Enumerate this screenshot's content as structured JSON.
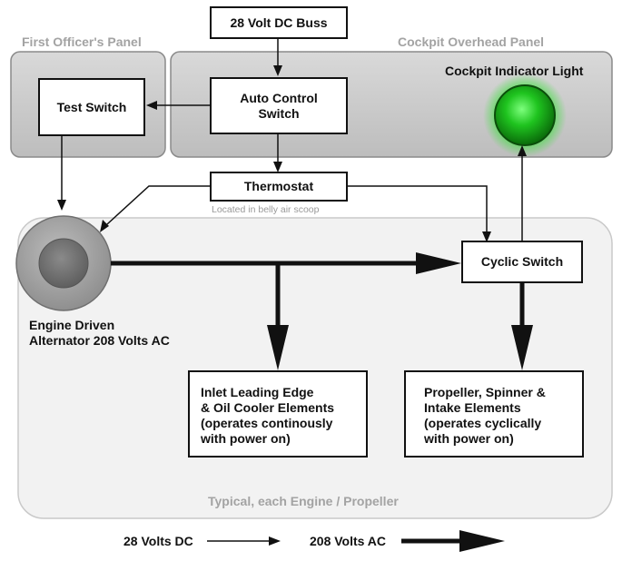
{
  "diagram": {
    "panels": {
      "first_officer": "First Officer's Panel",
      "cockpit_overhead": "Cockpit Overhead Panel",
      "typical": "Typical, each Engine / Propeller"
    },
    "boxes": {
      "buss": "28 Volt DC Buss",
      "test_switch": "Test Switch",
      "auto_control_1": "Auto Control",
      "auto_control_2": "Switch",
      "thermostat": "Thermostat",
      "thermostat_note": "Located in belly air scoop",
      "cyclic_switch": "Cyclic Switch",
      "inlet": [
        "Inlet Leading Edge",
        "& Oil Cooler Elements",
        "(operates continously",
        "with power on)"
      ],
      "propeller": [
        "Propeller, Spinner &",
        "Intake Elements",
        "(operates cyclically",
        "with power on)"
      ]
    },
    "indicator_label": "Cockpit Indicator Light",
    "alternator": [
      "Engine Driven",
      "Alternator 208 Volts AC"
    ],
    "legend": {
      "dc": "28 Volts DC",
      "ac": "208 Volts AC"
    },
    "colors": {
      "panel_fill": "#c8c8c8",
      "engine_area_fill": "#f1f1f1",
      "indicator_light": "#1db31d"
    }
  }
}
